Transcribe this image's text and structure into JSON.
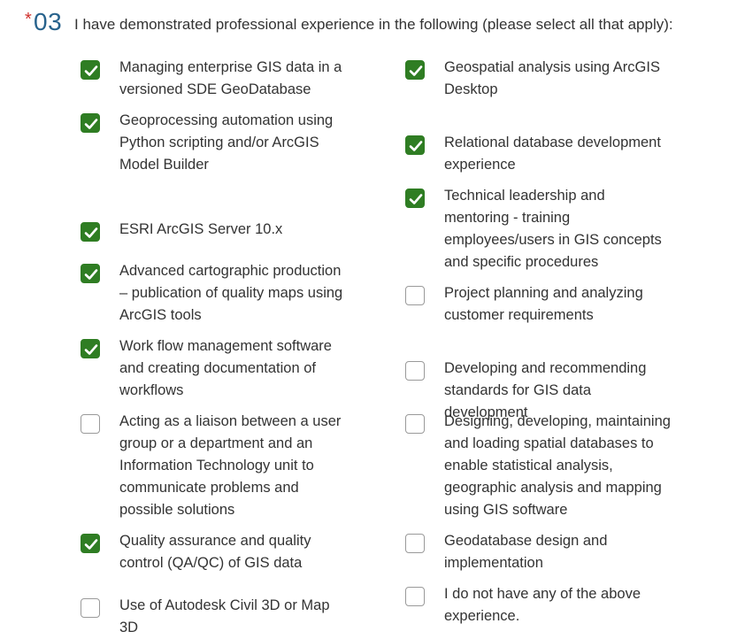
{
  "question": {
    "required_mark": "*",
    "number": "03",
    "text": "I have demonstrated professional experience in the following (please select all that apply):"
  },
  "options": [
    {
      "label": "Managing enterprise GIS data in a versioned SDE GeoDatabase",
      "checked": true
    },
    {
      "label": "Geospatial analysis using ArcGIS Desktop",
      "checked": true
    },
    {
      "label": "Geoprocessing automation using Python scripting and/or ArcGIS Model Builder",
      "checked": true
    },
    {
      "label": "Relational database development experience",
      "checked": true
    },
    {
      "label": "Technical leadership and mentoring - training employees/users in GIS concepts and specific procedures",
      "checked": true
    },
    {
      "label": "ESRI ArcGIS Server 10.x",
      "checked": true
    },
    {
      "label": "Advanced cartographic production – publication of quality maps using ArcGIS tools",
      "checked": true
    },
    {
      "label": "Project planning and analyzing customer requirements",
      "checked": false
    },
    {
      "label": "Work flow management software and creating documentation of workflows",
      "checked": true
    },
    {
      "label": "Developing and recommending standards for GIS data development",
      "checked": false
    },
    {
      "label": "Acting as a liaison between a user group or a department and an Information Technology unit to communicate problems and possible solutions",
      "checked": false
    },
    {
      "label": "Designing, developing, maintaining and loading spatial databases to enable statistical analysis, geographic analysis and mapping using GIS software",
      "checked": false
    },
    {
      "label": "Quality assurance and quality control (QA/QC) of GIS data",
      "checked": true
    },
    {
      "label": "Geodatabase design and implementation",
      "checked": false
    },
    {
      "label": "Use of Autodesk Civil 3D or Map 3D",
      "checked": false
    },
    {
      "label": "I do not have any of the above experience.",
      "checked": false
    }
  ],
  "colors": {
    "accent_green": "#2f7d23",
    "question_number": "#27628c",
    "required_red": "#d0312d"
  }
}
